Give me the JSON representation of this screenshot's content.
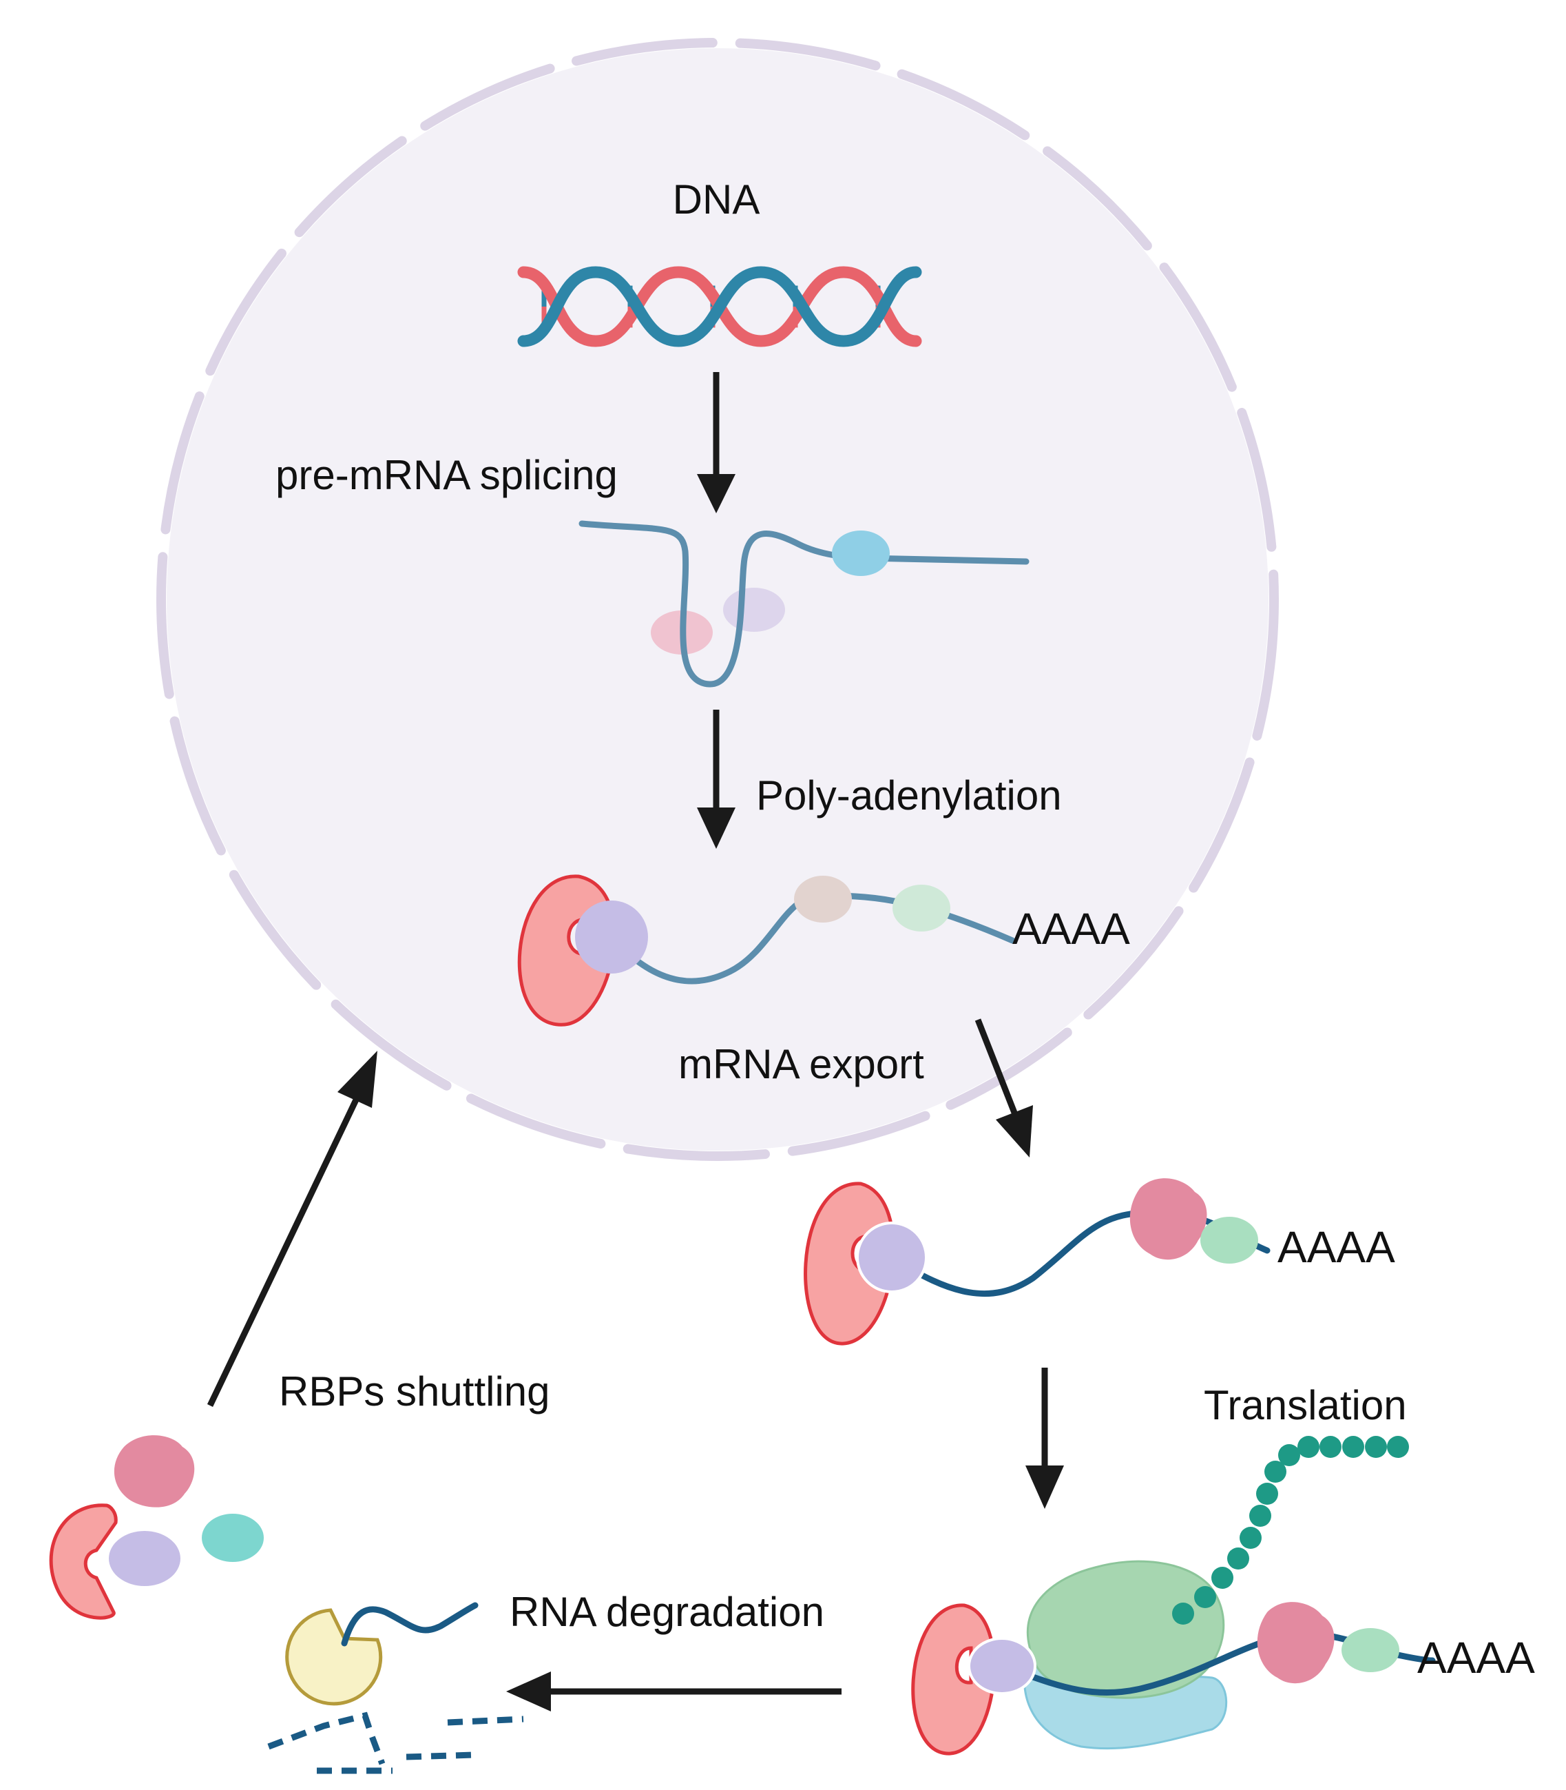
{
  "labels": {
    "dna": "DNA",
    "splicing": "pre-mRNA splicing",
    "polyadenylation": "Poly-adenylation",
    "polya_nucleus": "AAAA",
    "export": "mRNA export",
    "polya_cytoplasm": "AAAA",
    "translation": "Translation",
    "polya_translation": "AAAA",
    "rbps_shuttling": "RBPs shuttling",
    "degradation": "RNA degradation"
  },
  "colors": {
    "nucleus_fill": "#f3f1f7",
    "nuclear_envelope": "#dcd4e6",
    "dna_red": "#e8636b",
    "dna_blue": "#2e86a8",
    "mrna_nucleus": "#5c8ead",
    "mrna_cytoplasm": "#1a5a85",
    "cap_red": "#f28e8e",
    "cap_outline": "#e0343c",
    "cbp_purple": "#c5bde6",
    "rbp_pink": "#e38aa0",
    "rbp_green": "#a9dfc0",
    "rbp_cyan": "#7dd6cf",
    "ribosome_large": "#a6d6b0",
    "ribosome_small": "#a9dbe8",
    "peptide": "#1e9a86",
    "exonuclease": "#f8f2c6",
    "exonuclease_outline": "#b59b3b",
    "arrow": "#1a1a1a"
  }
}
